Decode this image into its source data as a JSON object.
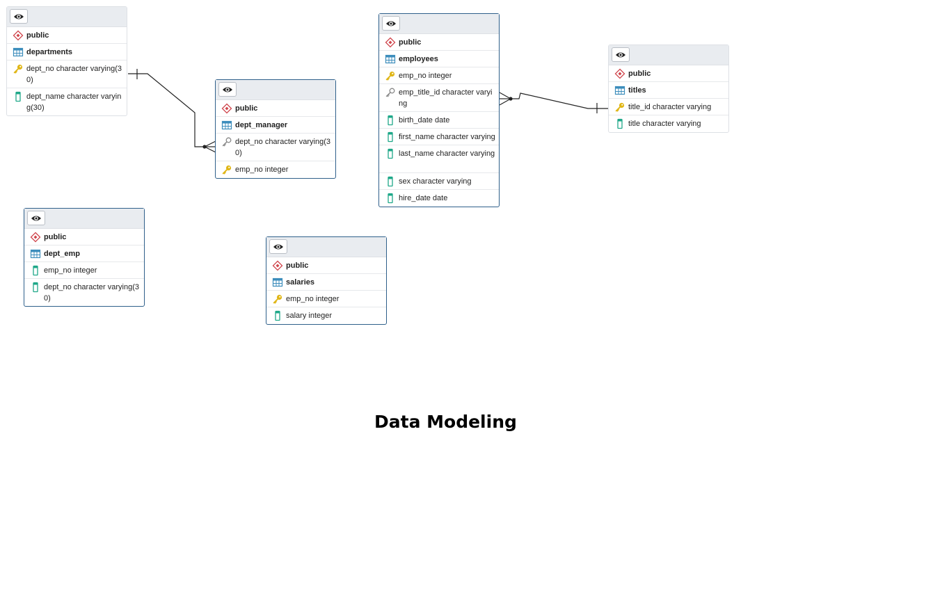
{
  "tables": {
    "departments": {
      "schema": "public",
      "name": "departments",
      "columns": [
        {
          "text": "dept_no character varying(30)",
          "icon": "primary-key-icon"
        },
        {
          "text": "dept_name character varying(30)",
          "icon": "column-icon"
        }
      ]
    },
    "dept_manager": {
      "schema": "public",
      "name": "dept_manager",
      "columns": [
        {
          "text": "dept_no character varying(30)",
          "icon": "foreign-key-icon"
        },
        {
          "text": "emp_no integer",
          "icon": "primary-key-icon"
        }
      ]
    },
    "employees": {
      "schema": "public",
      "name": "employees",
      "columns": [
        {
          "text": "emp_no integer",
          "icon": "primary-key-icon"
        },
        {
          "text": "emp_title_id character varying",
          "icon": "foreign-key-icon"
        },
        {
          "text": "birth_date date",
          "icon": "column-icon"
        },
        {
          "text": "first_name character varying",
          "icon": "column-icon"
        },
        {
          "text": "last_name character varying",
          "icon": "column-icon"
        },
        {
          "text": "sex character varying",
          "icon": "column-icon"
        },
        {
          "text": "hire_date date",
          "icon": "column-icon"
        }
      ]
    },
    "titles": {
      "schema": "public",
      "name": "titles",
      "columns": [
        {
          "text": "title_id character varying",
          "icon": "primary-key-icon"
        },
        {
          "text": "title character varying",
          "icon": "column-icon"
        }
      ]
    },
    "dept_emp": {
      "schema": "public",
      "name": "dept_emp",
      "columns": [
        {
          "text": "emp_no integer",
          "icon": "column-icon"
        },
        {
          "text": "dept_no character varying(30)",
          "icon": "column-icon"
        }
      ]
    },
    "salaries": {
      "schema": "public",
      "name": "salaries",
      "columns": [
        {
          "text": "emp_no integer",
          "icon": "primary-key-icon"
        },
        {
          "text": "salary integer",
          "icon": "column-icon"
        }
      ]
    }
  },
  "relationships": [
    {
      "from": "departments.dept_no",
      "to": "dept_manager.dept_no"
    },
    {
      "from": "titles.title_id",
      "to": "employees.emp_title_id"
    }
  ],
  "diagram_title": "Data Modeling",
  "colors": {
    "header_bg": "#e9ecf0",
    "border": "#dde0e5",
    "selected_border": "#2e5f8a",
    "schema_icon": "#d0454c",
    "table_icon": "#3c8dbc",
    "primary_key_icon": "#e0b616",
    "foreign_key_icon": "#888888",
    "column_icon": "#1fa889"
  }
}
